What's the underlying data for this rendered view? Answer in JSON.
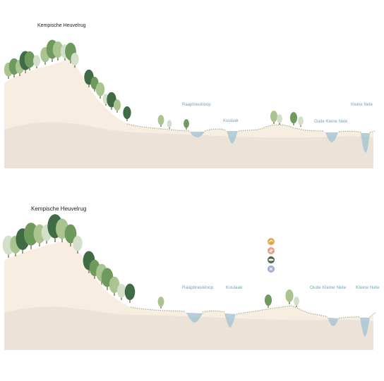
{
  "colors": {
    "sand_light": "#f7ede0",
    "sand_dark": "#ebe2d8",
    "water": "#a9c6d3",
    "water_label": "#6fa6b8",
    "tree_dark": "#3f6b45",
    "tree_mid": "#6f9a5e",
    "tree_light": "#a9c48f",
    "tree_pale": "#d3dfc9",
    "icon_orange": "#e2a64a",
    "icon_salmon": "#e0a088",
    "icon_green": "#4e6a4b",
    "icon_lavender": "#a7a8d6"
  },
  "section_top": {
    "title": "Kempische Heuvelrug",
    "labels": [
      {
        "text": "Raapbreukloop"
      },
      {
        "text": "Koulaak"
      },
      {
        "text": "Oude Kleine Nete"
      },
      {
        "text": "Kleine Nete"
      }
    ]
  },
  "section_bottom": {
    "title": "Kempische Heuvelrug",
    "labels": [
      {
        "text": "Raapbreukloop"
      },
      {
        "text": "Koulaak"
      },
      {
        "text": "Oude Kleine Nete"
      },
      {
        "text": "Kleine Nete"
      }
    ],
    "legend_icons": [
      {
        "icon": "bird-icon",
        "color": "#e2a64a"
      },
      {
        "icon": "deer-icon",
        "color": "#e0a088"
      },
      {
        "icon": "fish-icon",
        "color": "#4e6a4b"
      },
      {
        "icon": "insect-icon",
        "color": "#a7a8d6"
      }
    ]
  }
}
